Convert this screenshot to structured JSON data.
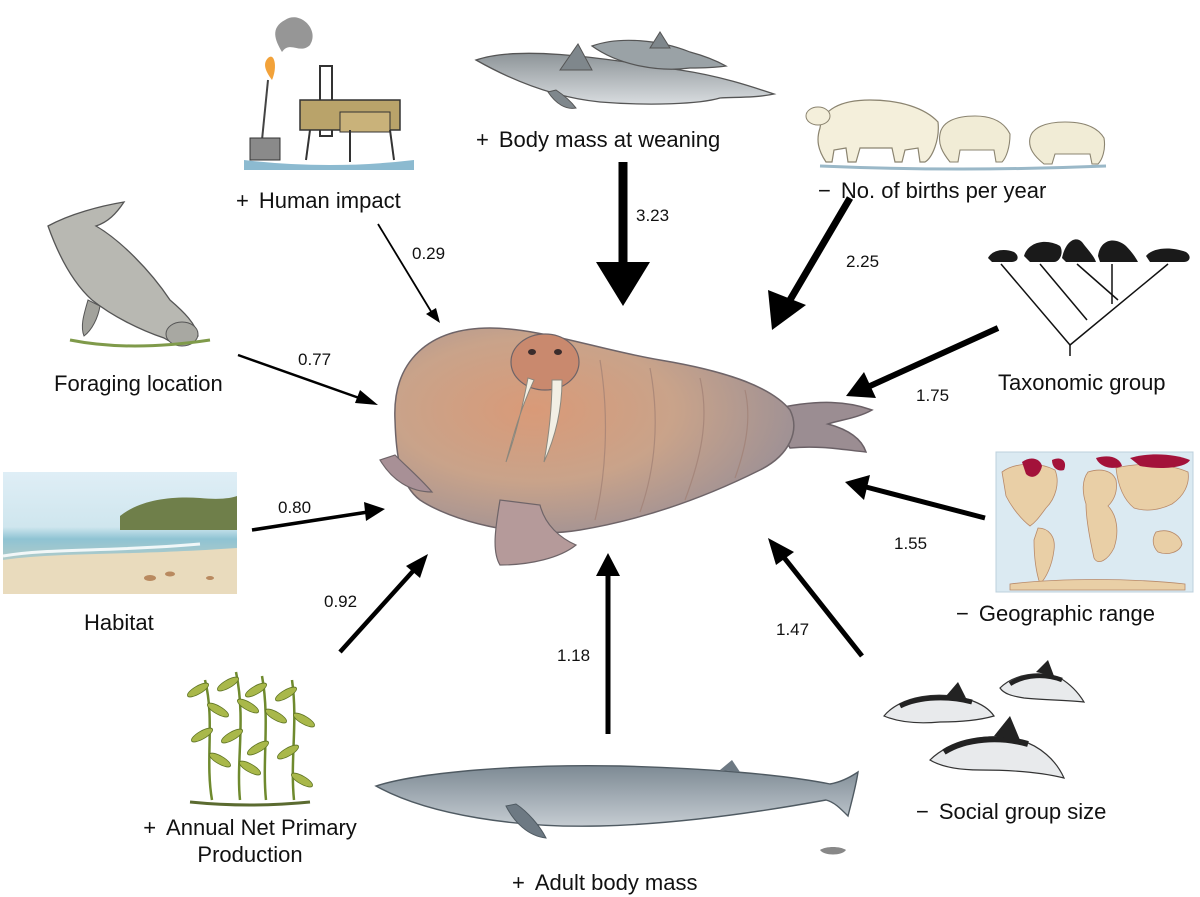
{
  "central_subject": "walrus",
  "factors": [
    {
      "id": "body-mass-weaning",
      "sign": "+",
      "label": "Body mass at weaning",
      "weight": "3.23",
      "icon": "dolphin-mother-calf"
    },
    {
      "id": "births-per-year",
      "sign": "−",
      "label": "No. of births per year",
      "weight": "2.25",
      "icon": "polar-bear-family"
    },
    {
      "id": "taxonomic-group",
      "sign": "",
      "label": "Taxonomic group",
      "weight": "1.75",
      "icon": "phylogeny-tree"
    },
    {
      "id": "geographic-range",
      "sign": "−",
      "label": "Geographic range",
      "weight": "1.55",
      "icon": "world-map"
    },
    {
      "id": "social-group-size",
      "sign": "−",
      "label": "Social group size",
      "weight": "1.47",
      "icon": "porpoise-group"
    },
    {
      "id": "adult-body-mass",
      "sign": "+",
      "label": "Adult body mass",
      "weight": "1.18",
      "icon": "blue-whale"
    },
    {
      "id": "net-primary-production",
      "sign": "+",
      "label_line1": "Annual Net Primary",
      "label_line2": "Production",
      "weight": "0.92",
      "icon": "kelp"
    },
    {
      "id": "habitat",
      "sign": "",
      "label": "Habitat",
      "weight": "0.80",
      "icon": "beach"
    },
    {
      "id": "foraging-location",
      "sign": "",
      "label": "Foraging location",
      "weight": "0.77",
      "icon": "dugong"
    },
    {
      "id": "human-impact",
      "sign": "+",
      "label": "Human impact",
      "weight": "0.29",
      "icon": "oil-rig"
    }
  ],
  "colors": {
    "arrow": "#000000",
    "walrus_body": "#c7a487",
    "walrus_shadow": "#8f8890",
    "tusk": "#f2efe4",
    "sea": "#9fc6d8",
    "map_land": "#e9cfa6",
    "map_range": "#a3123a"
  }
}
